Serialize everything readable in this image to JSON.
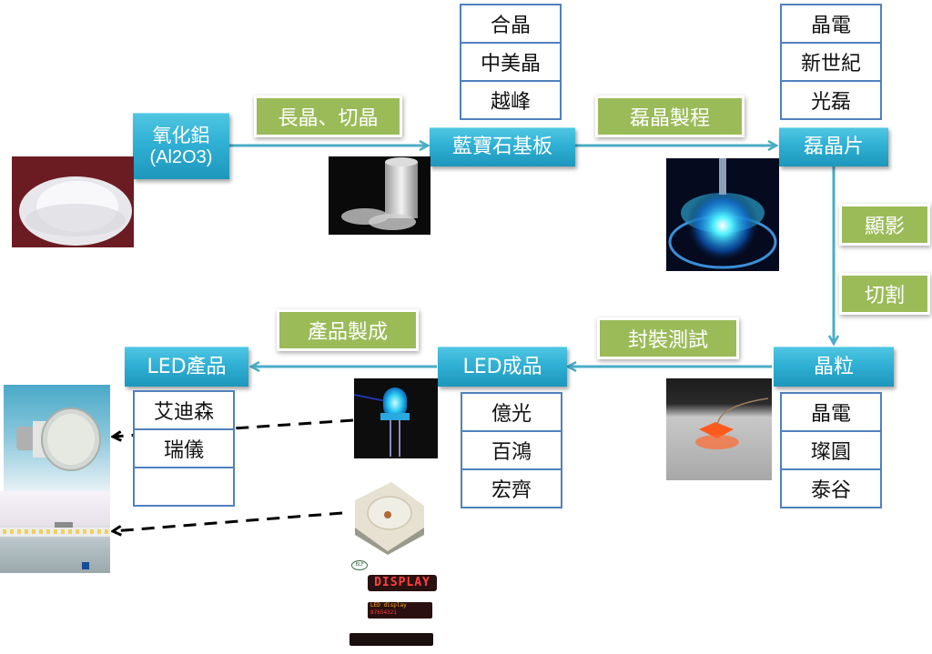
{
  "diagram": {
    "nodes": {
      "alumina": {
        "label_line1": "氧化鋁",
        "label_line2": "(Al2O3)"
      },
      "sapphire": {
        "label": "藍寶石基板"
      },
      "wafer": {
        "label": "磊晶片"
      },
      "die": {
        "label": "晶粒"
      },
      "led_finished": {
        "label": "LED成品"
      },
      "led_product": {
        "label": "LED產品"
      }
    },
    "steps": {
      "crystal_growth": "長晶、切晶",
      "epitaxy": "磊晶製程",
      "lithography": "顯影",
      "dicing": "切割",
      "packaging": "封裝測試",
      "manufacturing": "產品製成"
    },
    "companies": {
      "sapphire": [
        "合晶",
        "中美晶",
        "越峰"
      ],
      "wafer": [
        "晶電",
        "新世紀",
        "光磊"
      ],
      "die": [
        "晶電",
        "璨圓",
        "泰谷"
      ],
      "led_finished": [
        "億光",
        "百鴻",
        "宏齊"
      ],
      "led_product": [
        "艾迪森",
        "瑞儀",
        ""
      ]
    },
    "photos": {
      "alumina": "alumina-crystals-photo",
      "sapphire": "sapphire-ingot-photo",
      "wafer": "epitaxy-wafer-photo",
      "die": "led-die-photo",
      "led_lamp": "blue-led-lamp-photo",
      "smd_led": "smd-led-photo",
      "display": {
        "line1": "DISPLAY",
        "line2": "LED display",
        "line3": "87654321"
      },
      "bulb": "led-bulb-photo",
      "strip": "led-light-bar-photo"
    }
  }
}
